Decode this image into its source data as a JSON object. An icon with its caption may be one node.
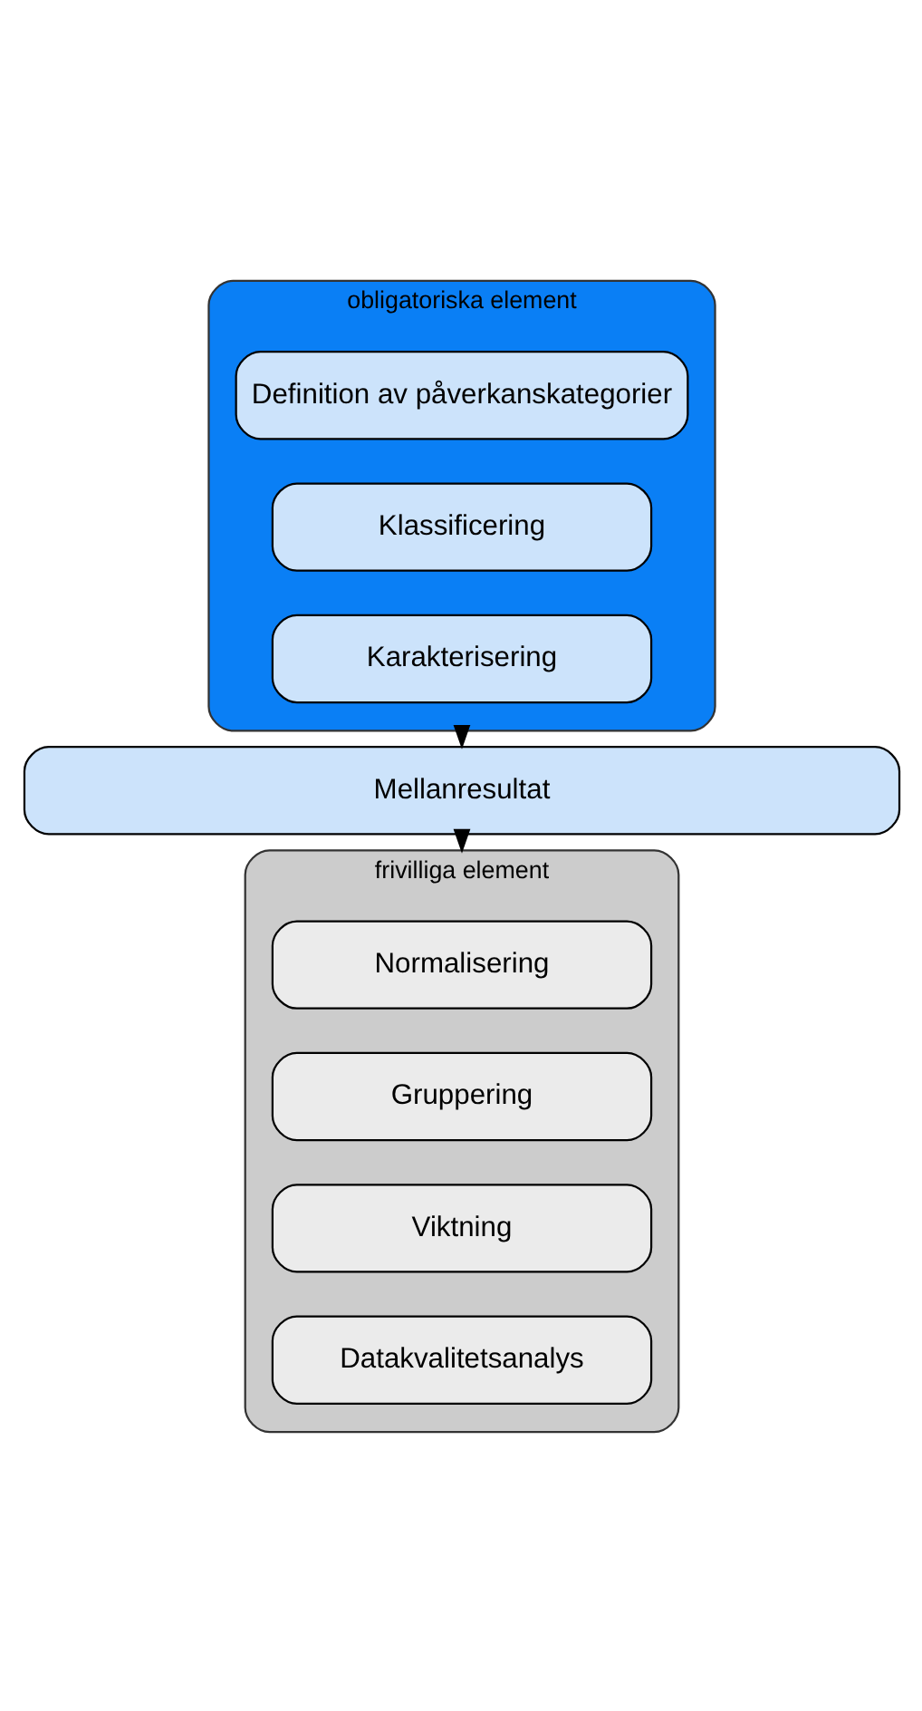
{
  "diagram": {
    "nodes": [
      {
        "text": [
          "obligatoriska element"
        ]
      },
      {
        "text": [
          "Definition av påverkanskategorier"
        ],
        "in": 0
      },
      {
        "text": [
          "Klassificering"
        ],
        "in": 0
      },
      {
        "text": [
          "Karakterisering"
        ],
        "in": 0
      },
      {
        "text": [
          "Mellanresultat"
        ]
      },
      {
        "text": [
          "frivilliga element"
        ]
      },
      {
        "text": [
          "Normalisering"
        ],
        "in": 5
      },
      {
        "text": [
          "Gruppering"
        ],
        "in": 5
      },
      {
        "text": [
          "Viktning"
        ],
        "in": 5
      },
      {
        "text": [
          "Datakvalitetsanalys"
        ],
        "in": 5
      }
    ],
    "edges": [
      {
        "from": 0,
        "to": 4,
        "arrow": "to"
      },
      {
        "from": 4,
        "to": 5,
        "arrow": "to"
      }
    ]
  }
}
